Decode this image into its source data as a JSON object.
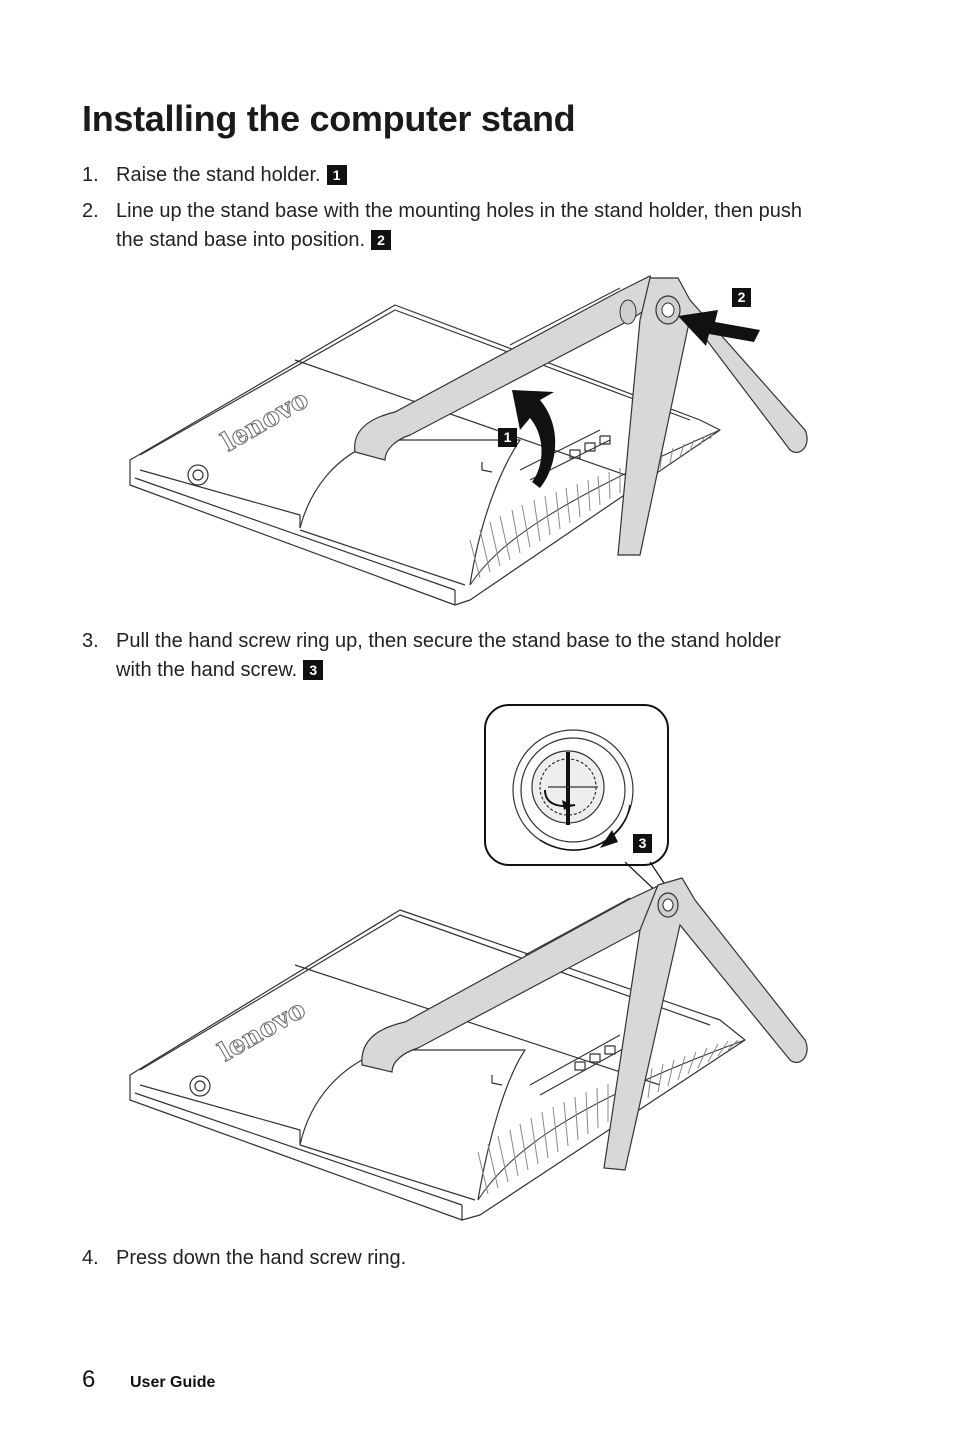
{
  "title": "Installing the computer stand",
  "steps": [
    {
      "num": "1.",
      "text": "Raise the stand holder.",
      "badge": "1"
    },
    {
      "num": "2.",
      "line1": "Line up the stand base with the mounting holes in the stand holder, then push",
      "line2": "the stand base into position.",
      "badge": "2"
    },
    {
      "num": "3.",
      "line1": "Pull the hand screw ring up, then secure the stand base to the stand holder",
      "line2": "with the hand screw.",
      "badge": "3"
    },
    {
      "num": "4.",
      "text": "Press down the hand screw ring."
    }
  ],
  "figure1": {
    "callouts": [
      "2",
      "1"
    ],
    "logo": "lenovo"
  },
  "figure2": {
    "callouts": [
      "3"
    ],
    "logo": "lenovo"
  },
  "footer": {
    "page": "6",
    "label": "User Guide"
  }
}
